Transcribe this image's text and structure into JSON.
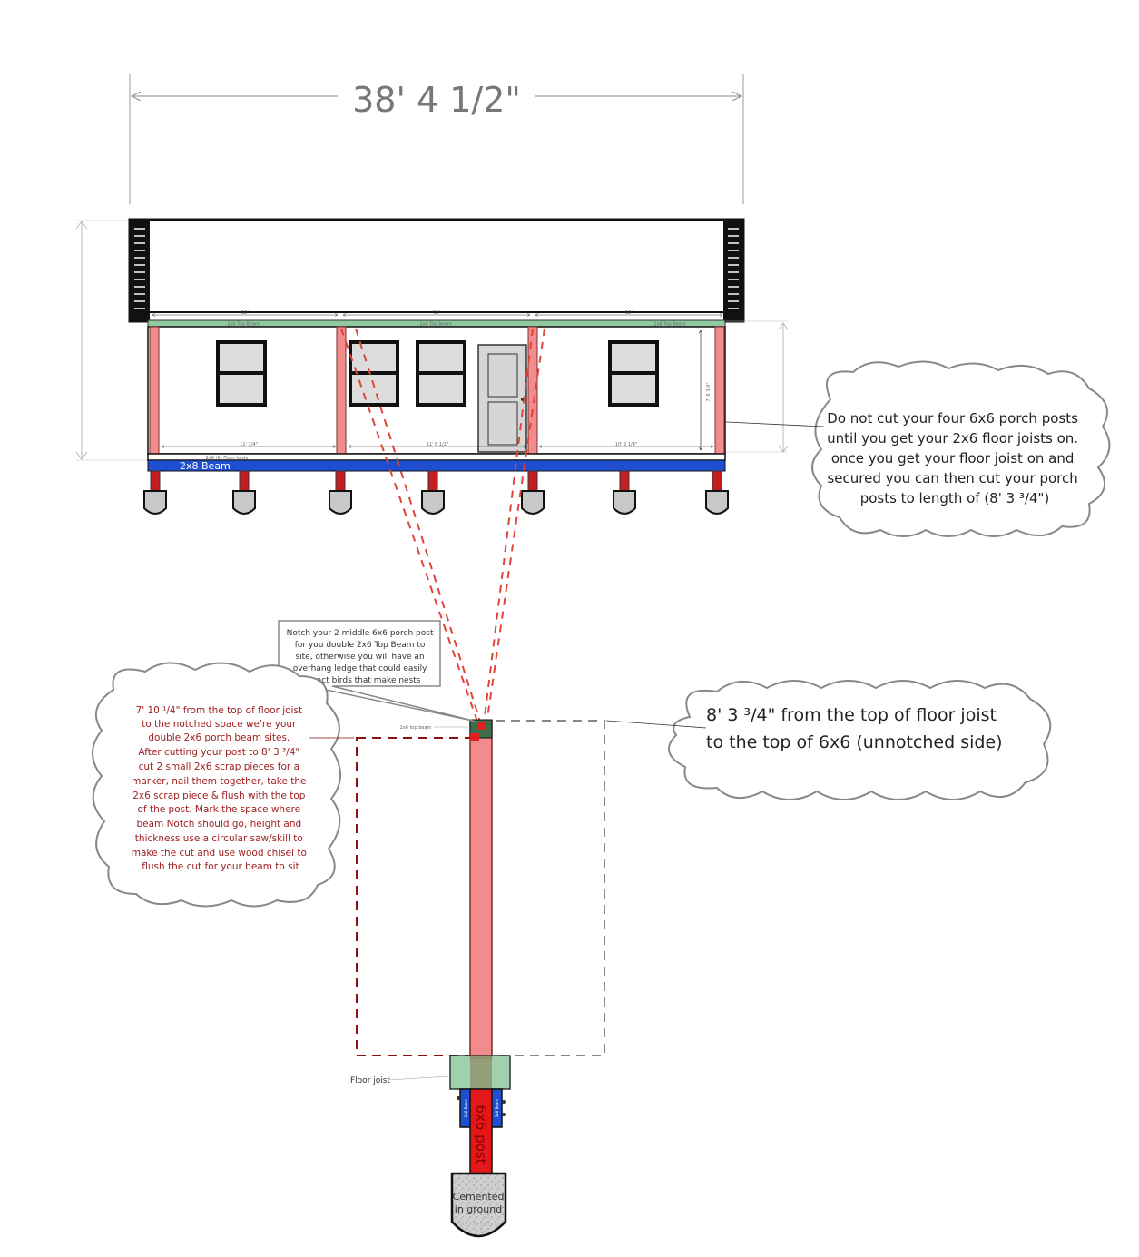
{
  "overall_width": "38' 4 1/2\"",
  "house": {
    "beam_label": "2x8 Beam",
    "top_beam_labels": [
      "2x6 Top Beam",
      "2x6 Top Beam",
      "2x6 Top Beam"
    ],
    "bay_top_dims": [
      "12'",
      "12'",
      "12'"
    ],
    "bay_bottom_dims": [
      "11' 1/4\"",
      "11' 6 1/2\"",
      "10' 2 1/4\""
    ],
    "floor_joist_label": "2x6 (6) Floor Joists",
    "post_height_dim": "7' 6 3/4\""
  },
  "callouts": {
    "porch_posts_note": [
      "Do not cut your four 6x6 porch posts",
      "until you get your 2x6 floor joists on.",
      "once you get your floor joist on and",
      "secured you can then cut your porch",
      "posts to length of (8' 3 ³/4\")"
    ],
    "notch_note": [
      "Notch your 2 middle 6x6 porch post",
      "for you double 2x6 Top Beam to",
      "site, otherwise you will have an",
      "overhang ledge that could easily",
      "attract birds that make nests"
    ],
    "notch_dimension_note": [
      "7' 10 ¹/4\" from the top of floor joist",
      "to the notched space we're your",
      "double 2x6 porch beam sites.",
      "After cutting your post to 8' 3 ³/4\"",
      "cut 2 small 2x6 scrap pieces for a",
      "marker, nail them together, take the",
      "2x6 scrap piece & flush with the top",
      "of the post. Mark the space where",
      "beam Notch should go, height and",
      "thickness use a circular saw/skill to",
      "make the cut and use wood chisel to",
      "flush the cut for your beam to sit"
    ],
    "unnotched_dimension_note": [
      "8' 3 ³/4\" from the top of floor joist",
      "to the top of 6x6 (unnotched side)"
    ]
  },
  "post_detail": {
    "top_beam_tag": "2x6 top beam",
    "floor_joist_label": "Floor joist",
    "post_label": "6x6 post",
    "footing_label_lines": [
      "Cemented",
      "in ground"
    ],
    "bracket_labels": [
      "2x8 Beam",
      "2x8 Beam"
    ]
  },
  "colors": {
    "post_fill": "#f28b8b",
    "post_stroke": "#7a3030",
    "beam_blue": "#1f4fd1",
    "top_beam_green": "#8fc9a0",
    "window_fill": "#dcdcdc",
    "note_red": "#a02020",
    "dashed_red": "#e0453a",
    "dashed_darkred": "#8b1010",
    "dashed_gray": "#888888",
    "footing_fill": "#c8c8c8"
  }
}
